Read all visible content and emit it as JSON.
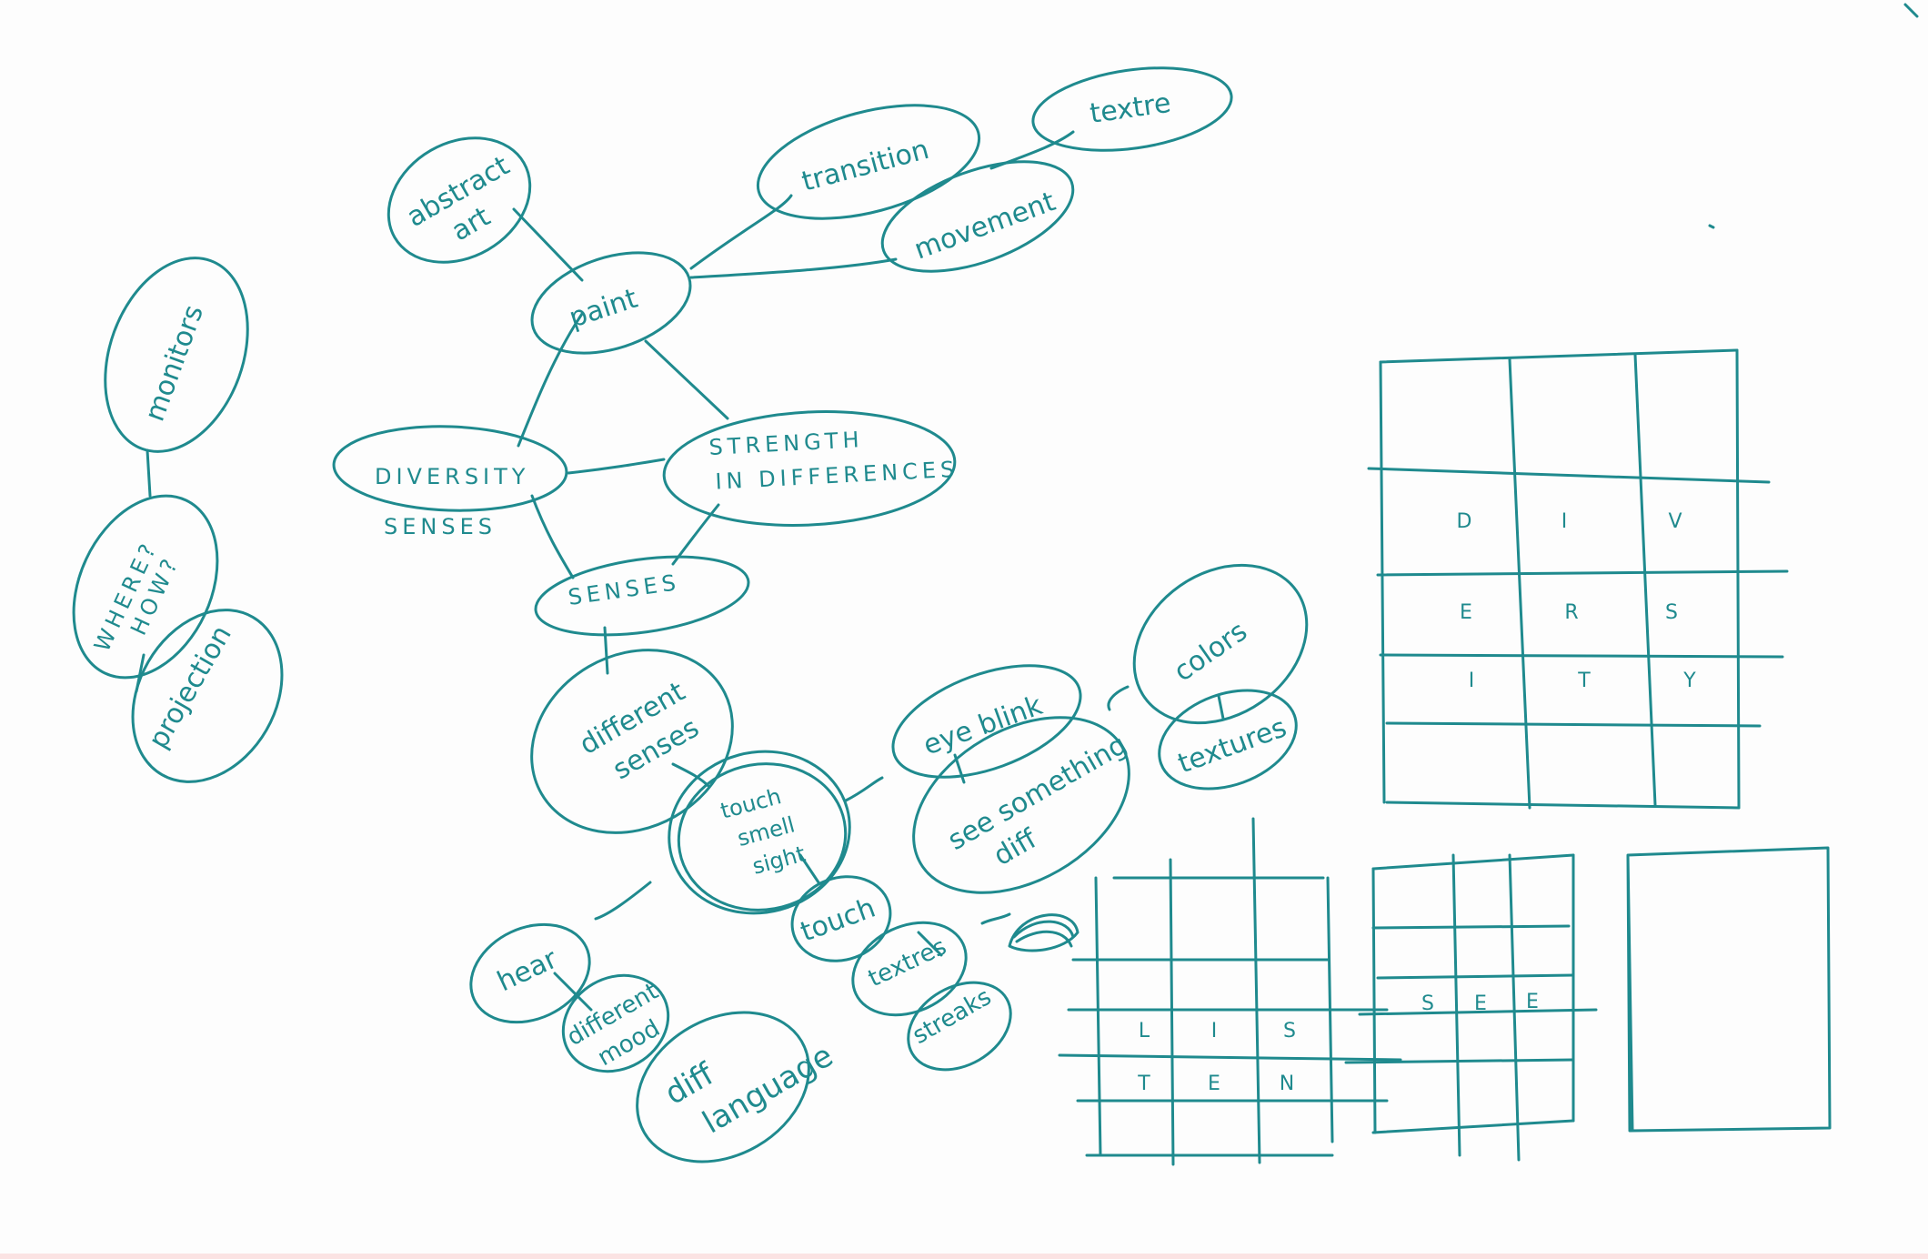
{
  "mindmap": {
    "abstract_art": [
      "abstract",
      "art"
    ],
    "paint": "paint",
    "transition": "transition",
    "texture": "textre",
    "movement": "movement",
    "monitors": "monitors",
    "where_how": [
      "WHERE?",
      "HOW?"
    ],
    "projection": "projection",
    "diversity": "DIVERSITY",
    "senses_note": "SENSES",
    "strength": [
      "STRENGTH",
      "IN DIFFERENCES"
    ],
    "senses": "SENSES",
    "different_senses": [
      "different",
      "senses"
    ],
    "touch_smell_sight": [
      "touch",
      "smell",
      "sight"
    ],
    "eye_blink": "eye blink",
    "colors": "colors",
    "textures_right": "textures",
    "see_something": [
      "see something",
      "diff"
    ],
    "hear": "hear",
    "different_mood": [
      "different",
      "mood"
    ],
    "diff_language": [
      "diff",
      "language"
    ],
    "touch": "touch",
    "textures_low": "textres",
    "streaks": "streaks"
  },
  "grids": {
    "diversity_grid": [
      [
        "D",
        "I",
        "V"
      ],
      [
        "E",
        "R",
        "S"
      ],
      [
        "I",
        "T",
        "Y"
      ]
    ],
    "listen_grid": [
      [
        "L",
        "I",
        "S"
      ],
      [
        "T",
        "E",
        "N"
      ]
    ],
    "see_grid": [
      "S",
      "E",
      "E"
    ]
  }
}
